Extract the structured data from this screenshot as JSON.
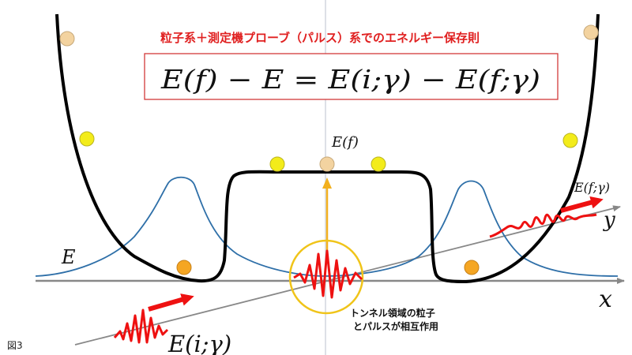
{
  "title": "粒子系＋測定機プローブ（パルス）系でのエネルギー保存則",
  "equation": "E(f) − E = E(i;γ) − E(f;γ)",
  "labels": {
    "energy_final": "E(f)",
    "energy_initial_level": "E",
    "photon_initial": "E(i;γ)",
    "photon_final": "E(f;γ)",
    "axis_x": "x",
    "axis_y": "y",
    "caption_line1": "トンネル領域の粒子",
    "caption_line2": "とパルスが相互作用",
    "figure_number": "図3"
  },
  "colors": {
    "title_red": "#e02020",
    "box_border": "#d23a3a",
    "potential": "#000000",
    "wavefunction": "#2e6fa8",
    "axis": "#888888",
    "pulse": "#ee1111",
    "arrow_orange": "#f2b01e",
    "circle_highlight": "#f0c419",
    "particle_yellow": "#f3ec1a",
    "particle_tan": "#f3d3a0",
    "particle_orange": "#f5a623"
  }
}
